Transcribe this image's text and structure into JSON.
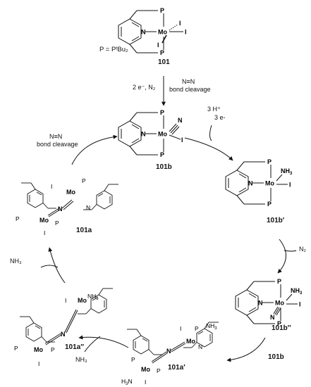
{
  "compound_labels": {
    "c101": "101",
    "c101b": "101b",
    "c101b_prime": "101b′",
    "c101b_dprime": "101b′′",
    "c101a": "101a",
    "c101a_prime": "101a′",
    "c101a_dprime": "101a′′",
    "c101b_reagent": "101b"
  },
  "legend": {
    "p_definition": "P = PᵗBu₂"
  },
  "steps": {
    "step1_reagent": "2 e⁻, N₂",
    "step1_note_line1": "N≡N",
    "step1_note_line2": "bond cleavage",
    "step2_line1": "3 H⁺",
    "step2_line2": "3 e-",
    "step3": "N₂",
    "step5_product": "NH₃",
    "step6_product": "NH₃",
    "step7_line1": "N≡N",
    "step7_line2": "bond cleavage"
  }
}
